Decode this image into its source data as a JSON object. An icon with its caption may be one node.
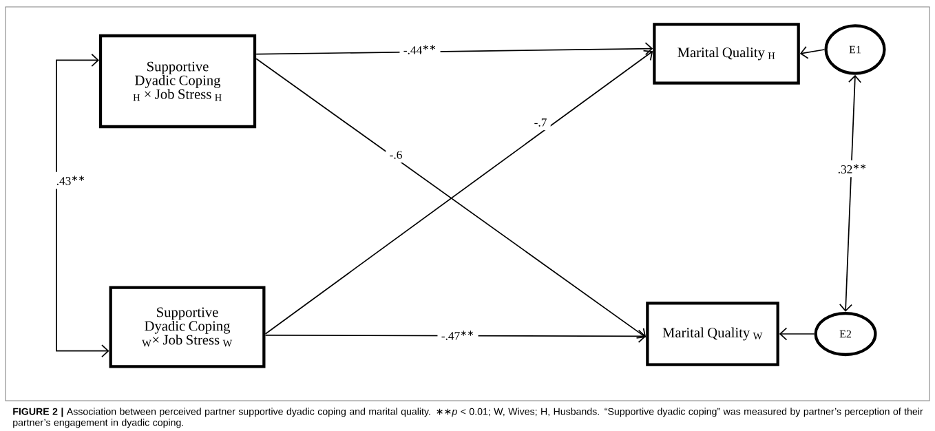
{
  "diagram": {
    "caption": "**FIGURE 2 |** Association between perceived partner supportive dyadic coping and marital quality. ∗∗*p* < 0.01; W, Wives; H, Husbands. “Supportive dyadic coping” was measured by partner’s perception of their partner’s engagement in dyadic coping.",
    "nodes": [
      {
        "text": [
          "Supportive Dyadic Coping $_{H}$ × Job Stress $_{H}$"
        ]
      },
      {
        "text": [
          "Marital Quality $_{H}$"
        ]
      },
      {
        "text": [
          "E1"
        ]
      },
      {
        "text": [
          "Supportive Dyadic Coping $_{W}$× Job Stress $_{W}$"
        ]
      },
      {
        "text": [
          "Marital Quality $_{W}$"
        ]
      },
      {
        "text": [
          "E2"
        ]
      }
    ],
    "edges": [
      {
        "from": 0,
        "to": 1,
        "arrow": "to",
        "label": "-.44$^{∗∗}$"
      },
      {
        "from": 0,
        "to": 4,
        "arrow": "to",
        "label": "-.6"
      },
      {
        "from": 3,
        "to": 1,
        "arrow": "to",
        "label": "-.7"
      },
      {
        "from": 3,
        "to": 4,
        "arrow": "to",
        "label": "-.47$^{∗∗}$"
      },
      {
        "from": 2,
        "to": 1,
        "arrow": "to"
      },
      {
        "from": 2,
        "to": 5,
        "arrow": "both",
        "label": ".32$^{∗∗}$"
      },
      {
        "from": 0,
        "to": 3,
        "arrow": "both",
        "label": ".43$^{∗∗}$"
      },
      {
        "from": 5,
        "to": 4,
        "arrow": "to"
      }
    ]
  }
}
